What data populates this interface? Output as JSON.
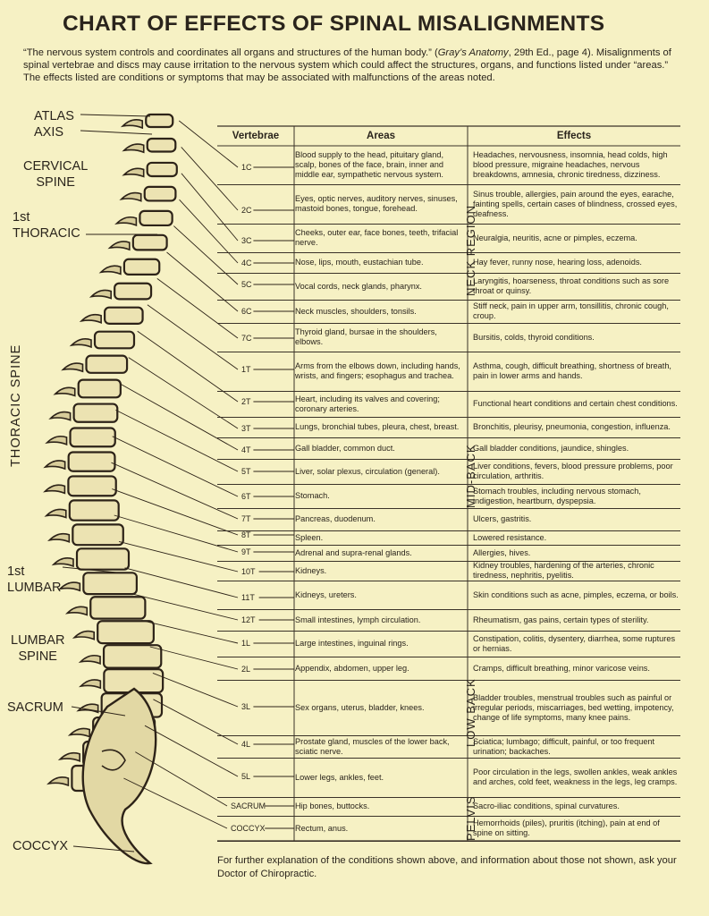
{
  "title": "CHART OF EFFECTS OF SPINAL MISALIGNMENTS",
  "intro": {
    "quote": "“The nervous system controls and coordinates all organs and structures of the human body.” (",
    "source": "Gray’s Anatomy",
    "source_rest": ", 29th Ed., page 4). Misalignments of spinal vertebrae and discs may cause irritation to the nervous system which could affect the structures, organs, and functions listed under “areas.” The effects listed are conditions or symptoms that may be associated with malfunctions of the areas noted."
  },
  "spine_labels": {
    "atlas": "ATLAS",
    "axis": "AXIS",
    "cervical": "CERVICAL",
    "cervical2": "SPINE",
    "first_thoracic": "1st",
    "first_thoracic2": "THORACIC",
    "thoracic_spine": "THORACIC SPINE",
    "first_lumbar": "1st",
    "first_lumbar2": "LUMBAR",
    "lumbar": "LUMBAR",
    "lumbar2": "SPINE",
    "sacrum": "SACRUM",
    "coccyx": "COCCYX"
  },
  "headers": {
    "vertebrae": "Vertebrae",
    "areas": "Areas",
    "effects": "Effects"
  },
  "regions": {
    "neck": "NECK REGION",
    "mid": "MID-BACK",
    "low": "LOW BACK",
    "pelvis": "PELVIS"
  },
  "rows": [
    {
      "v": "1C",
      "area": "Blood supply to the head, pituitary gland, scalp, bones of the face, brain, inner and middle ear, sympathetic nervous system.",
      "effect": "Headaches, nervousness, insomnia, head colds, high blood pressure, migraine headaches, nervous breakdowns, amnesia, chronic tiredness, dizziness."
    },
    {
      "v": "2C",
      "area": "Eyes, optic nerves, auditory nerves, sinuses, mastoid bones, tongue, forehead.",
      "effect": "Sinus trouble, allergies, pain around the eyes, earache, fainting spells, certain cases of blindness, crossed eyes, deafness."
    },
    {
      "v": "3C",
      "area": "Cheeks, outer ear, face bones, teeth, trifacial nerve.",
      "effect": "Neuralgia, neuritis, acne or pimples, eczema."
    },
    {
      "v": "4C",
      "area": "Nose, lips, mouth, eustachian tube.",
      "effect": "Hay fever, runny nose, hearing loss, adenoids."
    },
    {
      "v": "5C",
      "area": "Vocal cords, neck glands, pharynx.",
      "effect": "Laryngitis, hoarseness, throat conditions such as sore throat or quinsy."
    },
    {
      "v": "6C",
      "area": "Neck muscles, shoulders, tonsils.",
      "effect": "Stiff neck, pain in upper arm, tonsillitis, chronic cough, croup."
    },
    {
      "v": "7C",
      "area": "Thyroid gland, bursae in the shoulders, elbows.",
      "effect": "Bursitis, colds, thyroid conditions."
    },
    {
      "v": "1T",
      "area": "Arms from the elbows down, including hands, wrists, and fingers; esophagus and trachea.",
      "effect": "Asthma, cough, difficult breathing, shortness of breath, pain in lower arms and hands."
    },
    {
      "v": "2T",
      "area": "Heart, including its valves and covering; coronary arteries.",
      "effect": "Functional heart conditions and certain chest conditions."
    },
    {
      "v": "3T",
      "area": "Lungs, bronchial tubes, pleura, chest, breast.",
      "effect": "Bronchitis, pleurisy, pneumonia, congestion, influenza."
    },
    {
      "v": "4T",
      "area": "Gall bladder, common duct.",
      "effect": "Gall bladder conditions, jaundice, shingles."
    },
    {
      "v": "5T",
      "area": "Liver, solar plexus, circulation (general).",
      "effect": "Liver conditions, fevers, blood pressure problems, poor circulation, arthritis."
    },
    {
      "v": "6T",
      "area": "Stomach.",
      "effect": "Stomach troubles, including nervous stomach, indigestion, heartburn, dyspepsia."
    },
    {
      "v": "7T",
      "area": "Pancreas, duodenum.",
      "effect": "Ulcers, gastritis."
    },
    {
      "v": "8T",
      "area": "Spleen.",
      "effect": "Lowered resistance."
    },
    {
      "v": "9T",
      "area": "Adrenal and supra-renal glands.",
      "effect": "Allergies, hives."
    },
    {
      "v": "10T",
      "area": "Kidneys.",
      "effect": "Kidney troubles, hardening of the arteries, chronic tiredness, nephritis, pyelitis."
    },
    {
      "v": "11T",
      "area": "Kidneys, ureters.",
      "effect": "Skin conditions such as acne, pimples, eczema, or boils."
    },
    {
      "v": "12T",
      "area": "Small intestines, lymph circulation.",
      "effect": "Rheumatism, gas pains, certain types of sterility."
    },
    {
      "v": "1L",
      "area": "Large intestines, inguinal rings.",
      "effect": "Constipation, colitis, dysentery, diarrhea, some ruptures or hernias."
    },
    {
      "v": "2L",
      "area": "Appendix, abdomen, upper leg.",
      "effect": "Cramps, difficult breathing, minor varicose veins."
    },
    {
      "v": "3L",
      "area": "Sex organs, uterus, bladder, knees.",
      "effect": "Bladder troubles, menstrual troubles such as painful or irregular periods, miscarriages, bed wetting, impotency, change of life symptoms, many knee pains."
    },
    {
      "v": "4L",
      "area": "Prostate gland, muscles of the lower back, sciatic nerve.",
      "effect": "Sciatica; lumbago; difficult, painful, or too frequent urination; backaches."
    },
    {
      "v": "5L",
      "area": "Lower legs, ankles, feet.",
      "effect": "Poor circulation in the legs, swollen ankles, weak ankles and arches, cold feet, weakness in the legs, leg cramps."
    },
    {
      "v": "SACRUM",
      "area": "Hip bones, buttocks.",
      "effect": "Sacro-iliac conditions, spinal curvatures."
    },
    {
      "v": "COCCYX",
      "area": "Rectum, anus.",
      "effect": "Hemorrhoids (piles), pruritis (itching), pain at end of spine on sitting."
    }
  ],
  "footer": "For further explanation of the conditions shown above, and information about those not shown, ask your Doctor of Chiropractic."
}
